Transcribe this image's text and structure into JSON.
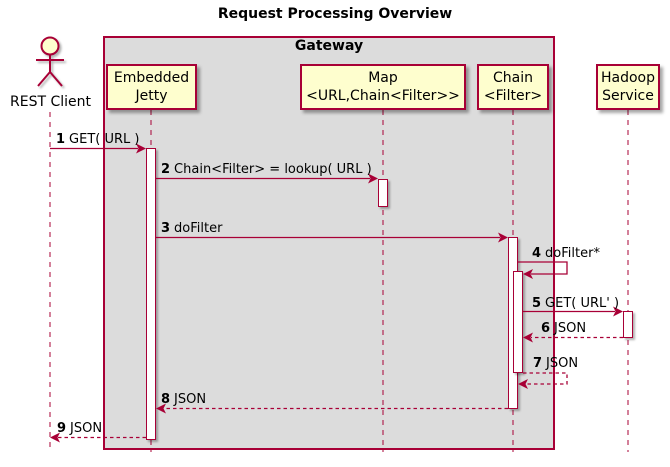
{
  "title": "Request Processing Overview",
  "frame": {
    "label": "Gateway"
  },
  "participants": [
    {
      "id": "rest-client",
      "kind": "actor",
      "name": "REST Client",
      "in_gateway": false
    },
    {
      "id": "embedded-jetty",
      "kind": "participant",
      "line1": "Embedded",
      "line2": "Jetty",
      "in_gateway": true
    },
    {
      "id": "map",
      "kind": "participant",
      "line1": "Map",
      "line2": "<URL,Chain<Filter>>",
      "in_gateway": true
    },
    {
      "id": "chain",
      "kind": "participant",
      "line1": "Chain",
      "line2": "<Filter>",
      "in_gateway": true
    },
    {
      "id": "hadoop-service",
      "kind": "participant",
      "line1": "Hadoop",
      "line2": "Service",
      "in_gateway": false
    }
  ],
  "messages": [
    {
      "num": "1",
      "label": "GET( URL )",
      "from": "REST Client",
      "to": "Embedded Jetty",
      "style": "solid",
      "self": false
    },
    {
      "num": "2",
      "label": "Chain<Filter> = lookup( URL )",
      "from": "Embedded Jetty",
      "to": "Map",
      "style": "solid",
      "self": false
    },
    {
      "num": "3",
      "label": "doFilter",
      "from": "Embedded Jetty",
      "to": "Chain",
      "style": "solid",
      "self": false
    },
    {
      "num": "4",
      "label": "doFilter*",
      "from": "Chain",
      "to": "Chain",
      "style": "solid",
      "self": true
    },
    {
      "num": "5",
      "label": "GET( URL' )",
      "from": "Chain",
      "to": "Hadoop Service",
      "style": "solid",
      "self": false
    },
    {
      "num": "6",
      "label": "JSON",
      "from": "Hadoop Service",
      "to": "Chain",
      "style": "dashed",
      "self": false
    },
    {
      "num": "7",
      "label": "JSON",
      "from": "Chain",
      "to": "Chain",
      "style": "dashed",
      "self": true
    },
    {
      "num": "8",
      "label": "JSON",
      "from": "Chain",
      "to": "Embedded Jetty",
      "style": "dashed",
      "self": false
    },
    {
      "num": "9",
      "label": "JSON",
      "from": "Embedded Jetty",
      "to": "REST Client",
      "style": "dashed",
      "self": false
    }
  ],
  "colors": {
    "line": "#A80036",
    "participant_fill": "#FEFECE",
    "frame_fill": "#DCDCDC",
    "background": "#FFFFFF",
    "text": "#000000"
  }
}
